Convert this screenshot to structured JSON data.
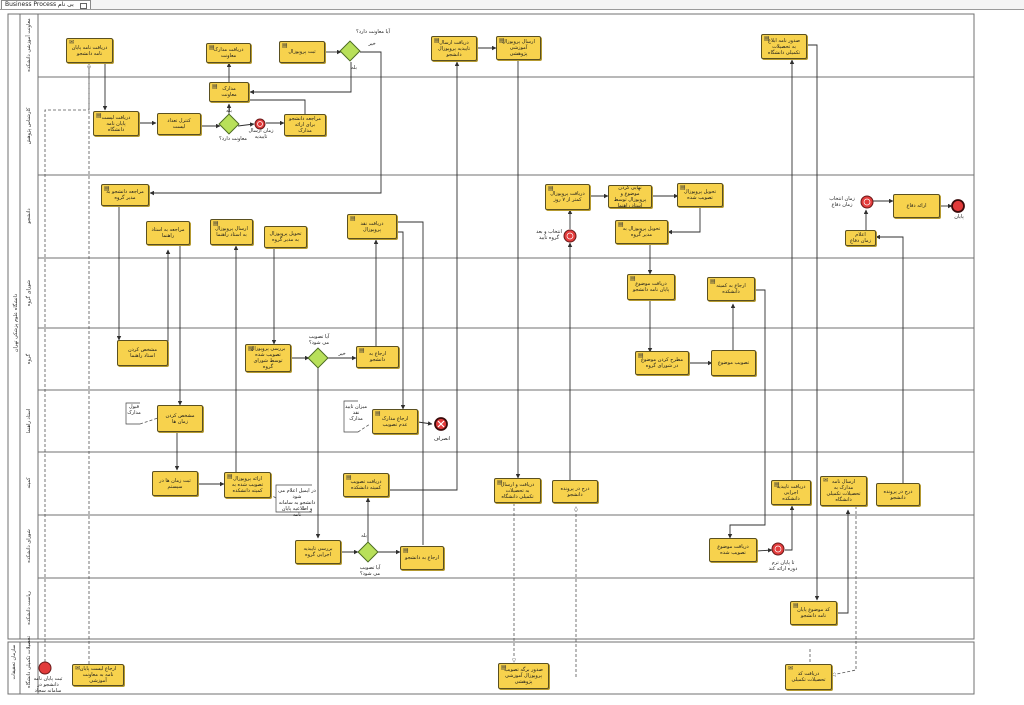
{
  "window": {
    "tab_title": "Business Process بی نام"
  },
  "pools": {
    "main_title": "دانشگاه علوم پزشکی تهران",
    "bottom_title_1": "سازمان تحقیقات",
    "bottom_title_2": "تحصیلات تکمیلی دانشگاه"
  },
  "lanes": [
    "معاونت آموزشی دانشکده",
    "کارشناس پژوهش",
    "دانشجو",
    "شورای گروه",
    "گروه",
    "استاد راهنما",
    "کمیته",
    "شورای دانشکده",
    "ریاست دانشکده",
    "تحصیلات تکمیلی دانشگاه"
  ],
  "tasks": {
    "t01": "دریافت نامه پایان نامه دانشجو",
    "t02": "دریافت مدارک معاونت",
    "t03": "ثبت پروپوزال",
    "t04": "دریافت ارسال تاییدیه پروپوزال دانشجو",
    "t05": "ارسال پروپوزال آموزشی پژوهشی",
    "t06": "صدور نامه ابلاغ به تحصیلات تکمیلی دانشگاه",
    "t07": "دریافت لیست پایان نامه دانشگاه",
    "t08": "کنترل تعداد لیست",
    "t09": "مدارک معاونت",
    "t10": "مراجعه دانشجو برای ارائه مدارک",
    "t11": "مراجعه دانشجو به مدیر گروه",
    "t12": "مراجعه به استاد راهنما",
    "t13": "ارسال پروپوزال به استاد راهنما",
    "t14": "تحویل پروپوزال به مدیر گروه",
    "t15": "دریافت نقد پروپوزال",
    "t16": "دریافت پروپوزال کمتر از ۷ روز",
    "t17": "نهایی کردن موضوع و پروپوزال توسط استاد راهنما",
    "t18": "تحویل پروپوزال تصویب شده",
    "t19": "تحویل پروپوزال به مدیر گروه",
    "t20": "دریافت موضوع پایان نامه دانشجو",
    "t21": "ارجاع به کمیته دانشکده",
    "t22": "مشخص کردن استاد راهنما",
    "t23": "بررسی پروپوزال تصویب شده توسط شورای گروه",
    "t24": "ارجاع به دانشجو",
    "t25": "مطرح کردن موضوع در شورای گروه",
    "t26": "تصویب موضوع",
    "t27": "مشخص کردن زمان ها",
    "t28": "ارجاع مدارک عدم تصویب",
    "t29": "ثبت زمان ها در سیستم",
    "t30": "ارائه پروپوزال تصویب شده به کمیته دانشکده",
    "t31": "دریافت تصویب کمیته دانشکده",
    "t32": "دریافت و ارسال به تحصیلات تکمیلی دانشگاه",
    "t33": "درج در پرونده دانشجو",
    "t34": "دریافت تاییدیه اجرایی دانشکده",
    "t35": "ارسال نامه مدارک به تحصیلات تکمیلی دانشگاه",
    "t36": "درج در پرونده دانشجو",
    "t37": "بررسی تاییدیه اجرایی گروه",
    "t38": "ارجاع به دانشجو",
    "t39": "دریافت موضوع تصویب شده",
    "t40": "کد موضوع پایان نامه دانشجو",
    "t41": "ارجاع لیست پایان نامه به معاونت آموزشی",
    "t42": "صدور برگه تصویب پروپوزال آموزشی پژوهشی",
    "t43": "دریافت کد تحصیلات تکمیلی",
    "t44": "ارائه دفاع",
    "t45": "اعلام زمان دفاع"
  },
  "labels": {
    "g1": "آیا معاونت دارد؟",
    "g2": "معاونت دارد؟",
    "g3": "آیا تصویب می شود؟",
    "g4": "آیا تصویب می شود؟",
    "yes": "بله",
    "no": "خیر",
    "end_timer": "زمان ارسال تاییدیه",
    "timer2": "انتخاب و بعد گروه تایید",
    "timer3": "تا پایان ترم دوره ارائه کند",
    "end": "پایان",
    "cancel": "انصراف",
    "defense_timer": "زمان انتخاب زمان دفاع",
    "note1": "قبول\nمدارک",
    "note2": "میزان تایید نقد\nمدارک",
    "note3": "در ایمیل اعلام می شود\nدانشجو به سامانه\nو اطلاعیه پایان نامه",
    "start_label": "ثبت پایان نامه دانشجو در سامانه سجاد",
    "approve_label": "آیا تصویب می شود؟"
  },
  "colors": {
    "task": "#f7d24d",
    "gateway": "#b8e05a",
    "event_red": "#e23b3b"
  }
}
